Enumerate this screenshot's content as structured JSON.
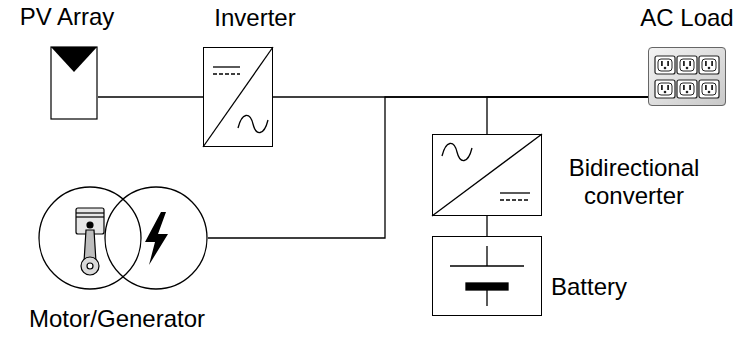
{
  "diagram": {
    "nodes": [
      {
        "text": [
          "PV Array"
        ]
      },
      {
        "text": [
          "Inverter"
        ]
      },
      {
        "text": [
          "AC Load"
        ]
      },
      {
        "text": [
          "Bidirectional converter"
        ]
      },
      {
        "text": [
          "Battery"
        ]
      },
      {
        "text": [
          "Motor/Generator"
        ]
      }
    ],
    "edges": [
      {
        "from": 0,
        "to": 1,
        "arrow": "none"
      },
      {
        "from": 1,
        "to": 2,
        "arrow": "none"
      },
      {
        "from": 5,
        "to": 2,
        "arrow": "none"
      },
      {
        "from": 3,
        "to": 2,
        "arrow": "none"
      },
      {
        "from": 3,
        "to": 4,
        "arrow": "none"
      }
    ]
  }
}
